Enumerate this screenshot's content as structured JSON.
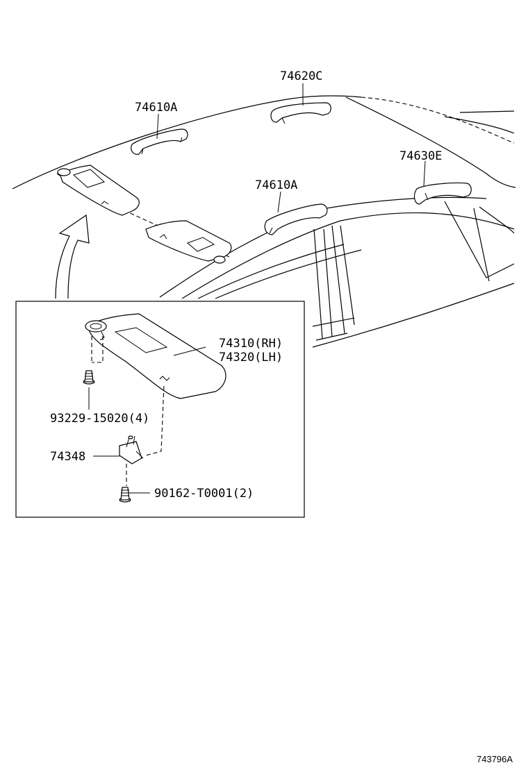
{
  "callouts": {
    "handle_front_left": "74610A",
    "handle_center": "74620C",
    "handle_front_right": "74610A",
    "handle_rear": "74630E",
    "visor_rh": "74310(RH)",
    "visor_lh": "74320(LH)",
    "visor_screw": "93229-15020(4)",
    "holder": "74348",
    "holder_screw": "90162-T0001(2)"
  },
  "figure_code": "743796A"
}
